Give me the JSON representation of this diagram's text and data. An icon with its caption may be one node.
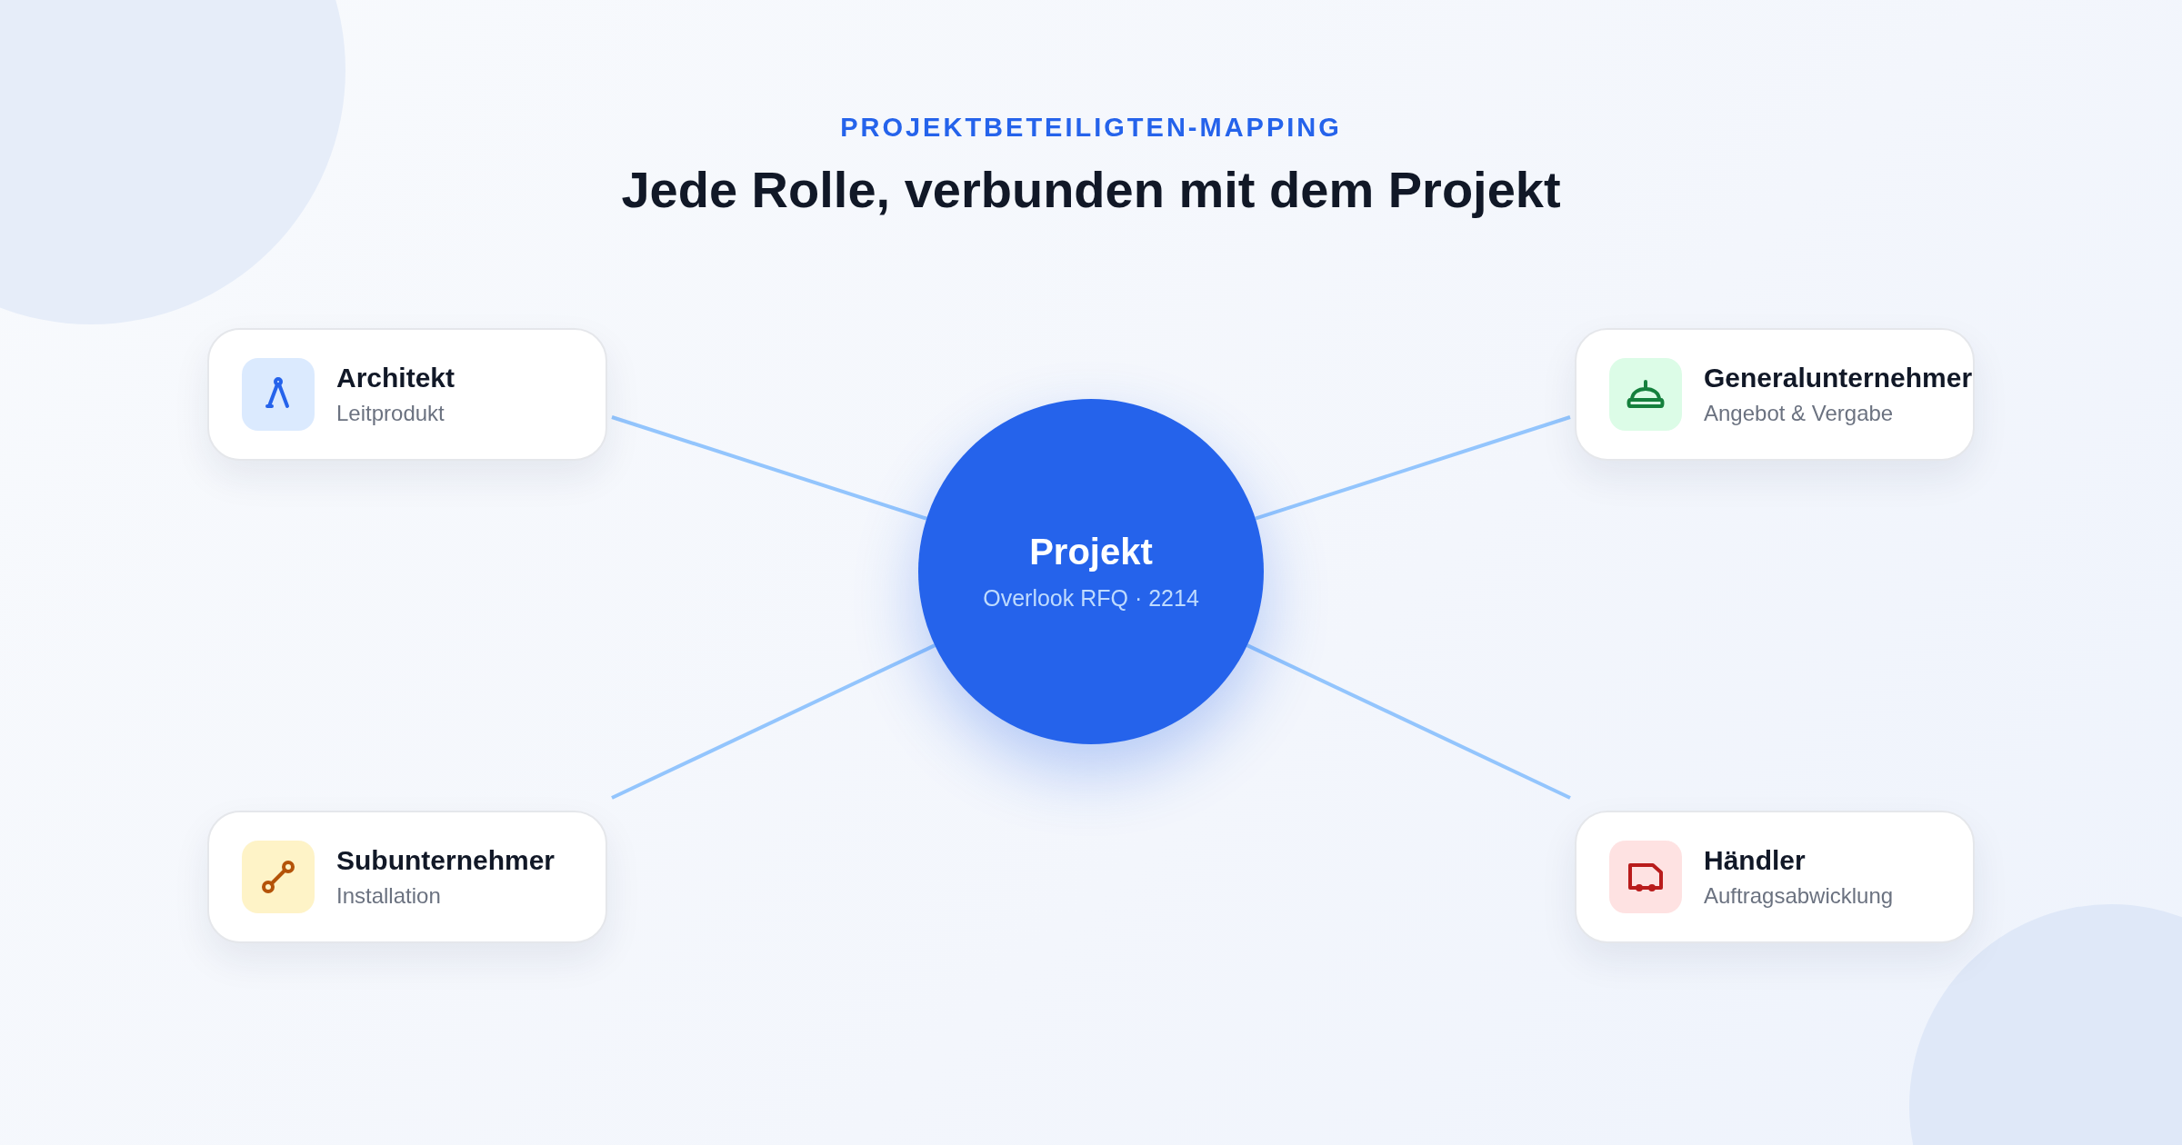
{
  "diagram": {
    "title": "Jede Rolle, verbunden mit dem Projekt",
    "labels": [
      "PROJEKTBETEILIGTEN-MAPPING"
    ],
    "nodes": [
      {
        "text": [
          "Architekt",
          "Leitprodukt"
        ]
      },
      {
        "text": [
          "Generalunternehmer",
          "Angebot & Vergabe"
        ]
      },
      {
        "text": [
          "Projekt",
          "Overlook RFQ · 2214"
        ]
      },
      {
        "text": [
          "Subunternehmer",
          "Installation"
        ]
      },
      {
        "text": [
          "Händler",
          "Auftragsabwicklung"
        ]
      }
    ],
    "edges": [
      {
        "from": 2,
        "to": 0,
        "arrow": "none"
      },
      {
        "from": 2,
        "to": 1,
        "arrow": "none"
      },
      {
        "from": 2,
        "to": 3,
        "arrow": "none"
      },
      {
        "from": 2,
        "to": 4,
        "arrow": "none"
      }
    ]
  }
}
